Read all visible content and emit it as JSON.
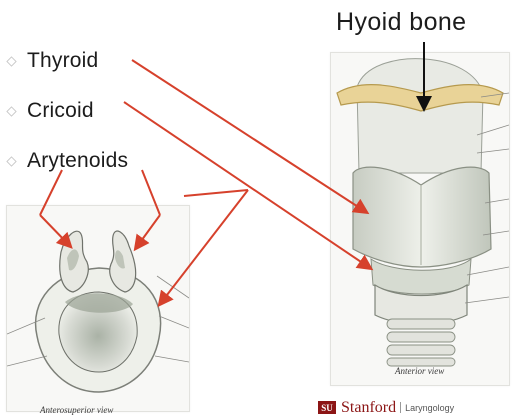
{
  "labels": [
    "Thyroid",
    "Cricoid",
    "Arytenoids"
  ],
  "hyoid_label": "Hyoid bone",
  "views": {
    "left_caption": "Anterosuperior view",
    "right_caption": "Anterior view"
  },
  "logo": {
    "mark": "SU",
    "word": "Stanford",
    "sub": "Laryngology"
  },
  "colors": {
    "arrow": "#d6412c",
    "cartilage": "#e4e6e0",
    "cartilage_shade": "#b9c2b4",
    "bone": "#e9d397",
    "brand": "#8c1515"
  }
}
